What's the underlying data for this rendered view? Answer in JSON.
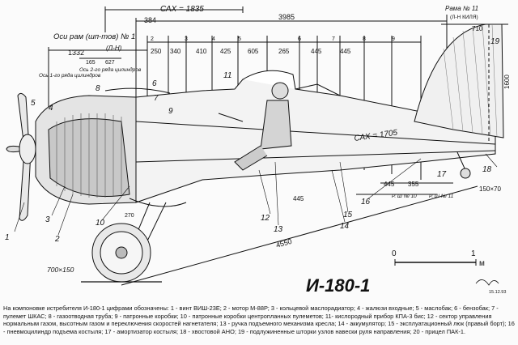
{
  "title": "И-180-1",
  "cax_label": "САХ = 1835",
  "axis_label": "Оси рам (шп-тов) № 1",
  "axis_label_sub": "(Л-Н)",
  "rama_label": "Рама № 11",
  "rama_sub": "(Л-Н КИЛЯ)",
  "sax_label": "САХ = 1705",
  "cyl_row1": "Ось 1-го ряда цилиндров",
  "cyl_row2": "Ось 2-го ряда цилиндров",
  "dims": {
    "d384": "384",
    "d3985": "3985",
    "d710": "710",
    "d1332": "1332",
    "d250": "250",
    "d340": "340",
    "d410": "410",
    "d425": "425",
    "d605": "605",
    "d265": "265",
    "d445a": "445",
    "d445b": "445",
    "d165": "165",
    "d627": "627",
    "d1600": "1600",
    "d445c": "445",
    "d355": "355",
    "d445d": "445",
    "d150x70": "150×70",
    "d270": "270",
    "d700x150": "700×150",
    "d4550": "4550",
    "frame_label_10": "Р. Ш № 10",
    "frame_label_11": "Р. Ш № 11"
  },
  "frame_numbers": [
    "2",
    "3",
    "4",
    "5",
    "6",
    "7",
    "8",
    "9"
  ],
  "callouts": [
    "1",
    "2",
    "3",
    "4",
    "5",
    "6",
    "7",
    "8",
    "9",
    "10",
    "11",
    "12",
    "13",
    "14",
    "15",
    "16",
    "17",
    "18",
    "19"
  ],
  "scale": {
    "zero": "0",
    "one": "1",
    "unit": "м"
  },
  "signature": "15.12.93",
  "caption": {
    "line1": "На компоновке истребителя И-180-1 цифрами обозначены: 1 - винт ВИШ-23Е; 2 - мотор М-88Р; 3 - кольцевой маслорадиатор; 4 - жалюзи входные;",
    "line2": "5 - маслобак; 6 - бензобак; 7 - пулемет ШКАС; 8 - газоотводная труба; 9 - патронные коробки; 10 - патронные коробки центропланных пулеметов; 11- кислородный",
    "line3": "прибор КПА-3 бис; 12 - сектор управления нормальным газом, высотным газом и переключения скоростей нагнетателя; 13 - ручка подъемного механизма кресла;",
    "line4": "14 - аккумулятор; 15 - эксплуатационный люк (правый борт); 16 - пневмоцилиндр подъема костыля; 17 - амортизатор костыля; 18 - хвостовой АНО;",
    "line5": "19 - подлужиненные шторки узлов навески руля направления; 20 - прицел ПАК-1."
  }
}
